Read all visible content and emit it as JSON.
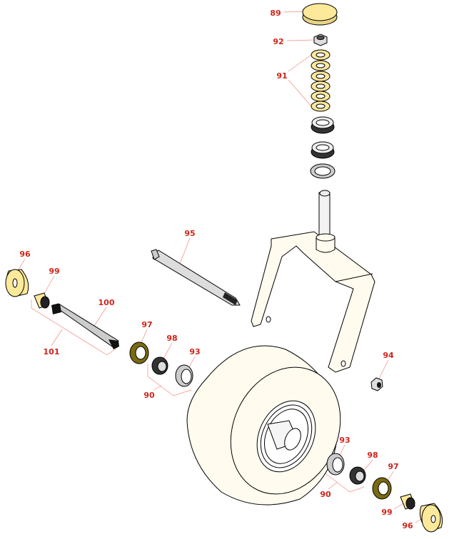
{
  "diagram": {
    "title": "Caster wheel and fork assembly",
    "colors": {
      "label": "#d0241b",
      "leader": "#f08a80",
      "part_yellow": "#fde99a",
      "fork": "#fffbee",
      "olive": "#7a6a10"
    },
    "callouts": [
      {
        "id": "c89",
        "text": "89"
      },
      {
        "id": "c92",
        "text": "92"
      },
      {
        "id": "c91",
        "text": "91"
      },
      {
        "id": "c95",
        "text": "95"
      },
      {
        "id": "c96a",
        "text": "96"
      },
      {
        "id": "c99a",
        "text": "99"
      },
      {
        "id": "c100",
        "text": "100"
      },
      {
        "id": "c101",
        "text": "101"
      },
      {
        "id": "c97a",
        "text": "97"
      },
      {
        "id": "c98a",
        "text": "98"
      },
      {
        "id": "c93a",
        "text": "93"
      },
      {
        "id": "c90a",
        "text": "90"
      },
      {
        "id": "c94",
        "text": "94"
      },
      {
        "id": "c93b",
        "text": "93"
      },
      {
        "id": "c98b",
        "text": "98"
      },
      {
        "id": "c97b",
        "text": "97"
      },
      {
        "id": "c90b",
        "text": "90"
      },
      {
        "id": "c99b",
        "text": "99"
      },
      {
        "id": "c96b",
        "text": "96"
      }
    ]
  }
}
